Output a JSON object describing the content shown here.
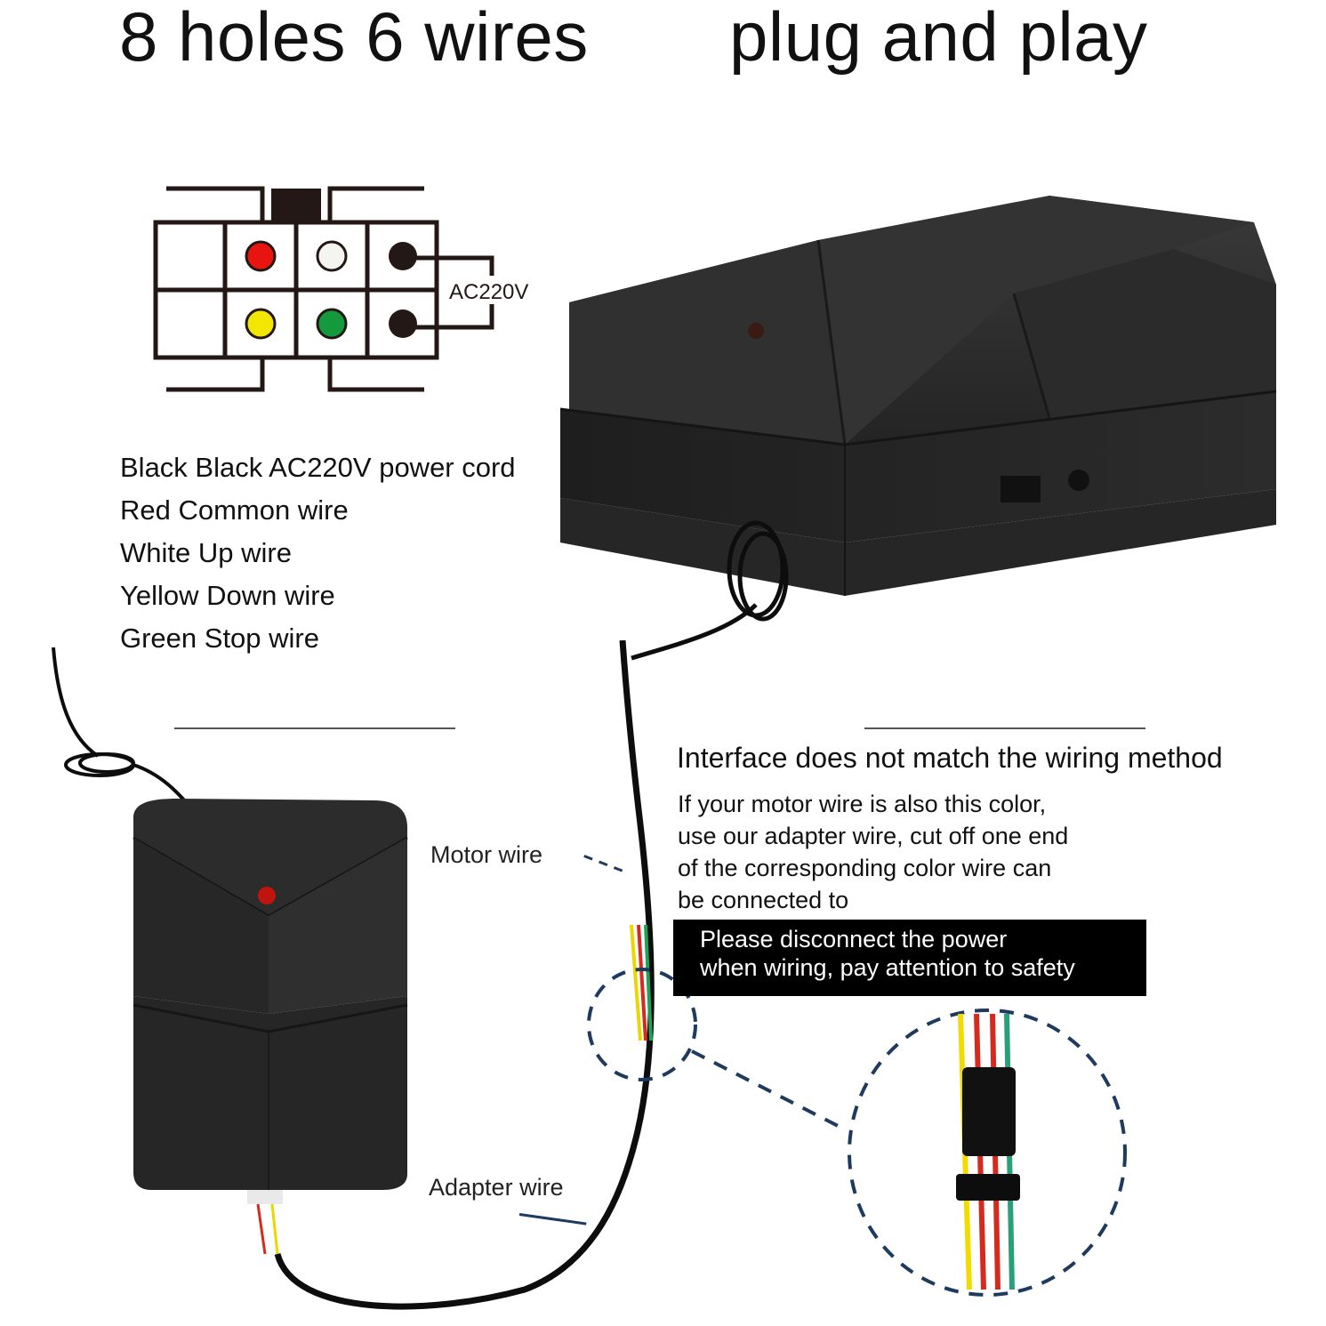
{
  "header": {
    "left_title": "8 holes 6 wires",
    "right_title": "plug and play"
  },
  "pinout": {
    "power_label": "AC220V",
    "pins": [
      {
        "color_name": "red",
        "hex": "#e8140f"
      },
      {
        "color_name": "white",
        "hex": "#f4f4f0"
      },
      {
        "color_name": "black",
        "hex": "#231815"
      },
      {
        "color_name": "yellow",
        "hex": "#f3e600"
      },
      {
        "color_name": "green",
        "hex": "#149a3c"
      },
      {
        "color_name": "black",
        "hex": "#231815"
      }
    ]
  },
  "wire_legend": [
    "Black Black AC220V power cord",
    "Red Common wire",
    "White Up wire",
    "Yellow Down wire",
    "Green Stop wire"
  ],
  "labels": {
    "motor_wire": "Motor wire",
    "adapter_wire": "Adapter wire"
  },
  "note": {
    "title": "Interface does not match the wiring method",
    "body_lines": [
      "If your motor wire is also this color,",
      "use our adapter wire, cut off one end",
      "of the corresponding color wire can",
      "be connected to"
    ],
    "warning_lines": [
      "Please disconnect the power",
      "when wiring, pay attention to safety"
    ]
  },
  "colors": {
    "device_body": "#2a2a2a",
    "dashed_callout": "#1f3a5f",
    "divider": "#555555"
  }
}
